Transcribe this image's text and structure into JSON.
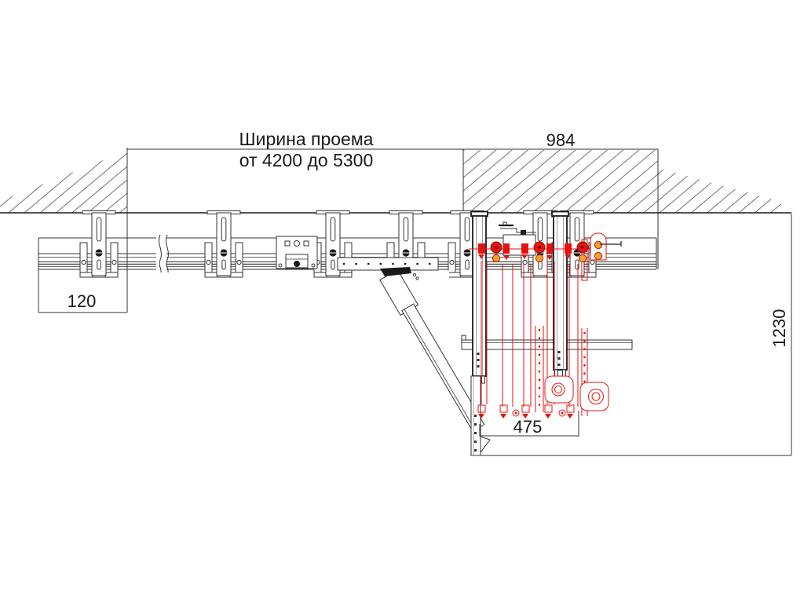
{
  "drawing": {
    "title_line1": "Ширина проема",
    "title_line2": "от 4200 до 5300",
    "dim_top_right": "984",
    "dim_bottom_left": "120",
    "dim_fold_width": "475",
    "dim_side_height": "1230"
  },
  "colors": {
    "line": "#333333",
    "dark": "#1a1a1a",
    "hatch": "#707070",
    "mechanism_red": "#e51212",
    "bushing_orange": "#f0a030",
    "background": "#ffffff"
  }
}
